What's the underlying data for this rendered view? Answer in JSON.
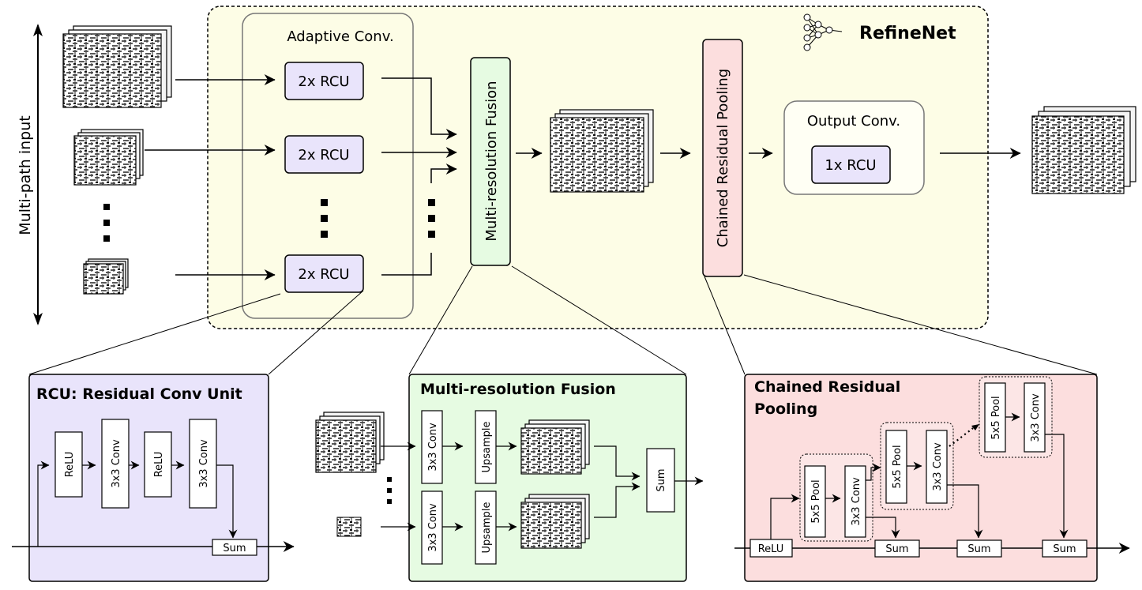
{
  "top": {
    "title": "RefineNet",
    "multi_path_input": "Multi-path input",
    "adaptive_conv": "Adaptive Conv.",
    "rcu_x2": "2x RCU",
    "multi_resolution_fusion": "Multi-resolution Fusion",
    "chained_residual_pooling": "Chained Residual Pooling",
    "output_conv": "Output Conv.",
    "rcu_x1": "1x RCU"
  },
  "rcu_panel": {
    "title": "RCU: Residual Conv Unit",
    "relu": "ReLU",
    "conv3": "3x3 Conv",
    "sum": "Sum"
  },
  "mrf_panel": {
    "title": "Multi-resolution Fusion",
    "conv3": "3x3 Conv",
    "upsample": "Upsample",
    "sum": "Sum"
  },
  "crp_panel": {
    "title_line1": "Chained Residual",
    "title_line2": "Pooling",
    "relu": "ReLU",
    "pool5": "5x5 Pool",
    "conv3": "3x3 Conv",
    "sum": "Sum"
  },
  "colors": {
    "refinenet_bg": "#fdfde6",
    "rcu_fill": "#e9e4fb",
    "fusion_fill": "#e6fbe2",
    "crp_fill": "#fcdede",
    "crp_inner_fill": "#fce6e6"
  }
}
